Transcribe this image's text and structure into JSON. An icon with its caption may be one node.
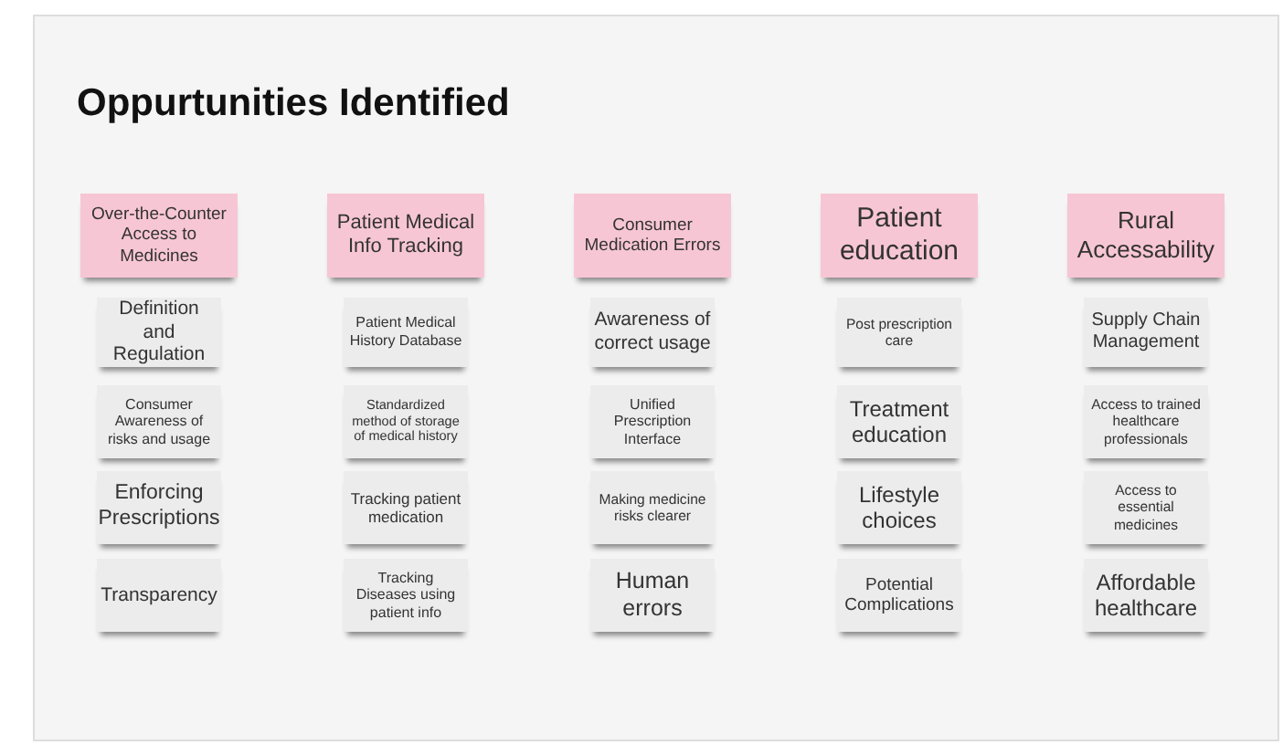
{
  "diagram": {
    "title": "Oppurtunities Identified",
    "nodes": [
      {
        "text": [
          "Over-the-Counter Access to Medicines"
        ]
      },
      {
        "text": [
          "Definition and Regulation"
        ]
      },
      {
        "text": [
          "Consumer Awareness of risks and usage"
        ]
      },
      {
        "text": [
          "Enforcing Prescriptions"
        ]
      },
      {
        "text": [
          "Transparency"
        ]
      },
      {
        "text": [
          "Patient Medical Info Tracking"
        ]
      },
      {
        "text": [
          "Patient Medical History Database"
        ]
      },
      {
        "text": [
          "Standardized method of storage of medical history"
        ]
      },
      {
        "text": [
          "Tracking patient medication"
        ]
      },
      {
        "text": [
          "Tracking Diseases using patient info"
        ]
      },
      {
        "text": [
          "Consumer Medication Errors"
        ]
      },
      {
        "text": [
          "Awareness of correct usage"
        ]
      },
      {
        "text": [
          "Unified Prescription Interface"
        ]
      },
      {
        "text": [
          "Making medicine risks clearer"
        ]
      },
      {
        "text": [
          "Human errors"
        ]
      },
      {
        "text": [
          "Patient education"
        ]
      },
      {
        "text": [
          "Post prescription care"
        ]
      },
      {
        "text": [
          "Treatment education"
        ]
      },
      {
        "text": [
          "Lifestyle choices"
        ]
      },
      {
        "text": [
          "Potential Complications"
        ]
      },
      {
        "text": [
          "Rural Accessability"
        ]
      },
      {
        "text": [
          "Supply Chain Management"
        ]
      },
      {
        "text": [
          "Access to trained healthcare professionals"
        ]
      },
      {
        "text": [
          "Access to essential medicines"
        ]
      },
      {
        "text": [
          "Affordable healthcare"
        ]
      }
    ]
  }
}
